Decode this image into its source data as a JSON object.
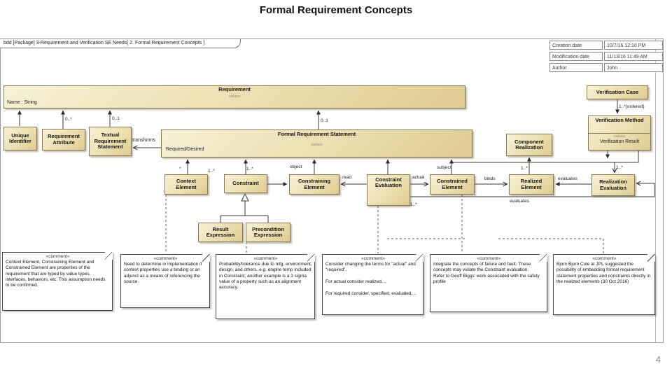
{
  "slide": {
    "title": "Formal Requirement Concepts",
    "page_number": "4"
  },
  "diagram": {
    "header_label": "bdd [Package] 3-Requirement and Verification SE Needs[ 2. Formal Requirement Concepts ]",
    "info_table": {
      "rows": [
        {
          "label": "Creation date",
          "value": "10/7/16 12:10 PM"
        },
        {
          "label": "Modification date",
          "value": "11/13/16 11:49 AM"
        },
        {
          "label": "Author",
          "value": "John"
        }
      ]
    },
    "blocks": {
      "requirement": {
        "title": "Requirement",
        "compartment": "values",
        "attribute": "Name : String"
      },
      "unique_identifier": {
        "title": "Unique Identifier"
      },
      "requirement_attribute": {
        "title": "Requirement Attribute"
      },
      "textual_requirement_statement": {
        "title": "Textual Requirement Statement"
      },
      "formal_requirement_statement": {
        "title": "Formal Requirement Statement",
        "compartment": "values",
        "attribute": "Required/Desired"
      },
      "context_element": {
        "title": "Context Element"
      },
      "constraint": {
        "title": "Constraint"
      },
      "constraining_element": {
        "title": "Constraining Element"
      },
      "constraint_evaluation": {
        "title": "Constraint Evaluation"
      },
      "constrained_element": {
        "title": "Constrained Element"
      },
      "realized_element": {
        "title": "Realized Element"
      },
      "realization_evaluation": {
        "title": "Realization Evaluation"
      },
      "component_realization": {
        "title": "Component Realization"
      },
      "verification_case": {
        "title": "Verification Case"
      },
      "verification_method": {
        "title": "Verification Method",
        "compartment": "values",
        "attribute": "Verification Result"
      },
      "result_expression": {
        "title": "Result Expression"
      },
      "precondition_expression": {
        "title": "Precondition Expression"
      }
    },
    "edge_labels": {
      "mult_req_attr": "0..*",
      "mult_textual": "0..1",
      "mult_formal": "0..1",
      "transforms": "transforms",
      "mult_context": "*",
      "mult_context_right": "1..*",
      "mult_constraint": "1..*",
      "object": "object",
      "read": "read",
      "actual": "actual",
      "subject": "subject",
      "binds": "binds",
      "evaluates_right": "evaluates",
      "evaluates_bottom": "evaluates",
      "mult_realized": "1..*",
      "mult_realization": "1..*",
      "mult_constraint_eval": "1..*",
      "mult_ordered": "1..*{ordered}"
    },
    "comments": [
      {
        "stereotype": "«comment»",
        "text": "Context Element, Constraining Element and Constrained Element are properties of the requirement that are typed by value types, interfaces, behaviors, etc. This assumption needs to be confirmed."
      },
      {
        "stereotype": "«comment»",
        "text": "Need to determine in implementation if context properties use a binding or an adjunct as a means of referencing the source."
      },
      {
        "stereotype": "«comment»",
        "text": "Probability/tolerance due to mfg, environment, design, and others. e.g. engine temp included in Constraint; another example is a 3 sigma value of a property such as an alignment accuracy."
      },
      {
        "stereotype": "«comment»",
        "text": "Consider changing the terms for \"actual\" and \"required\".\n\nFor actual consider realized, ..\n\nFor required consider, specified, evaluated, .."
      },
      {
        "stereotype": "«comment»",
        "text": "Integrate the concepts of failure and fault. These concepts may violate the Constraint evaluation.\nRefer to Geoff Biggs' work associated with the safety profile"
      },
      {
        "stereotype": "«comment»",
        "text": "Bjorn Bjorn Cole at JPL suggested the possibility of embedding formal requirement statement properties and constraints directly in the realized elements (30 Oct 2016)"
      }
    ]
  }
}
